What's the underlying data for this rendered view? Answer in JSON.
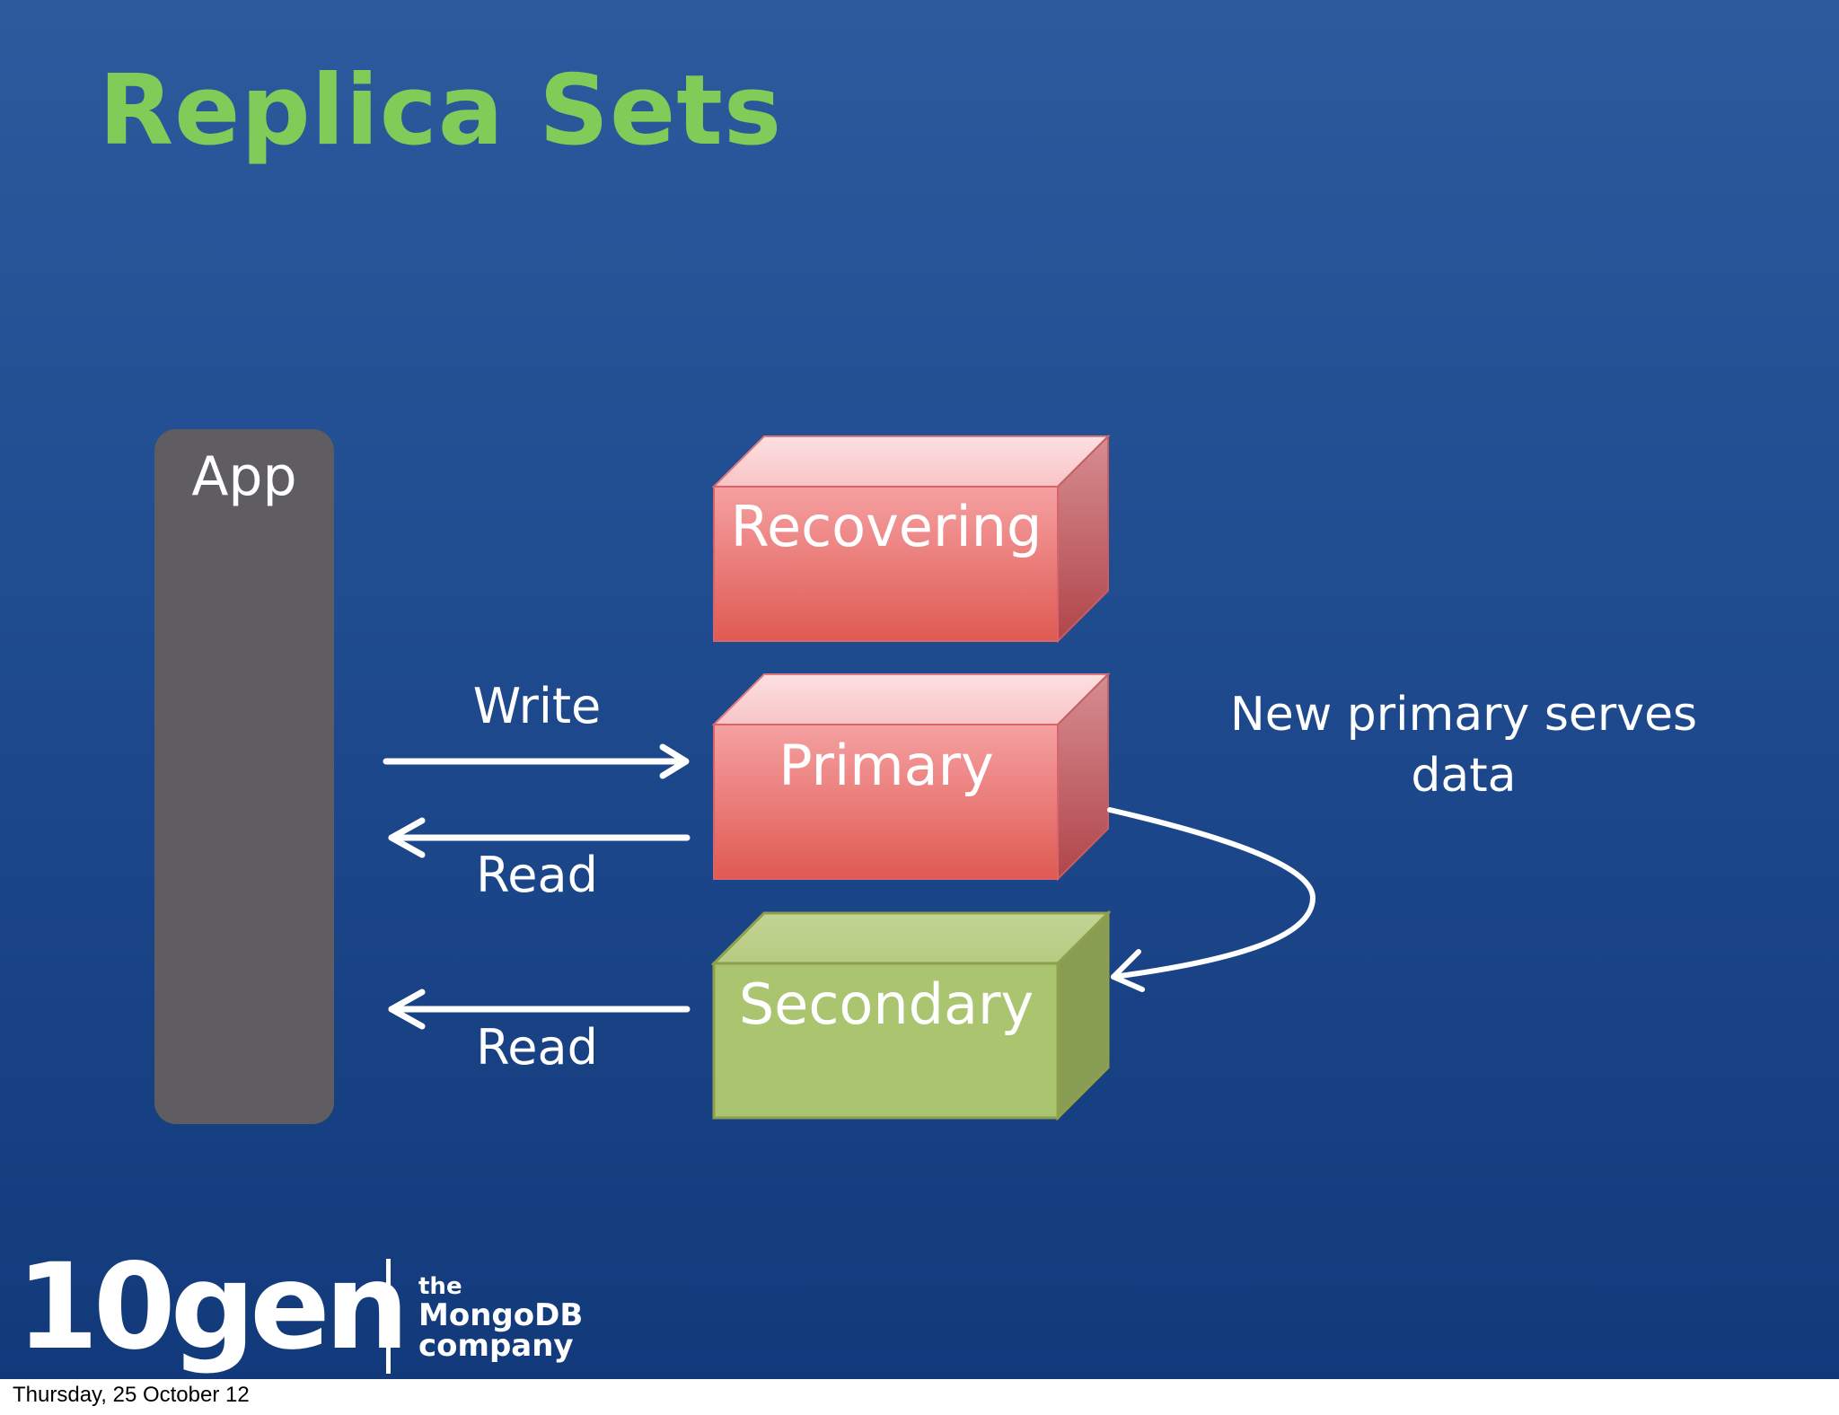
{
  "slide": {
    "title": "Replica Sets",
    "app_label": "App",
    "nodes": {
      "recovering": "Recovering",
      "primary": "Primary",
      "secondary": "Secondary"
    },
    "edges": {
      "write": "Write",
      "read_primary": "Read",
      "read_secondary": "Read"
    },
    "note": {
      "line1": "New primary serves",
      "line2": "data"
    },
    "colors": {
      "title": "#80cc58",
      "red_box": "#e8605a",
      "green_box": "#a9c46f",
      "app_panel": "#5f5d62"
    }
  },
  "logo": {
    "wordmark": "10gen",
    "tag_the": "the",
    "tag_mongodb": "MongoDB",
    "tag_company": "company"
  },
  "footer": {
    "date": "Thursday, 25 October 12"
  }
}
